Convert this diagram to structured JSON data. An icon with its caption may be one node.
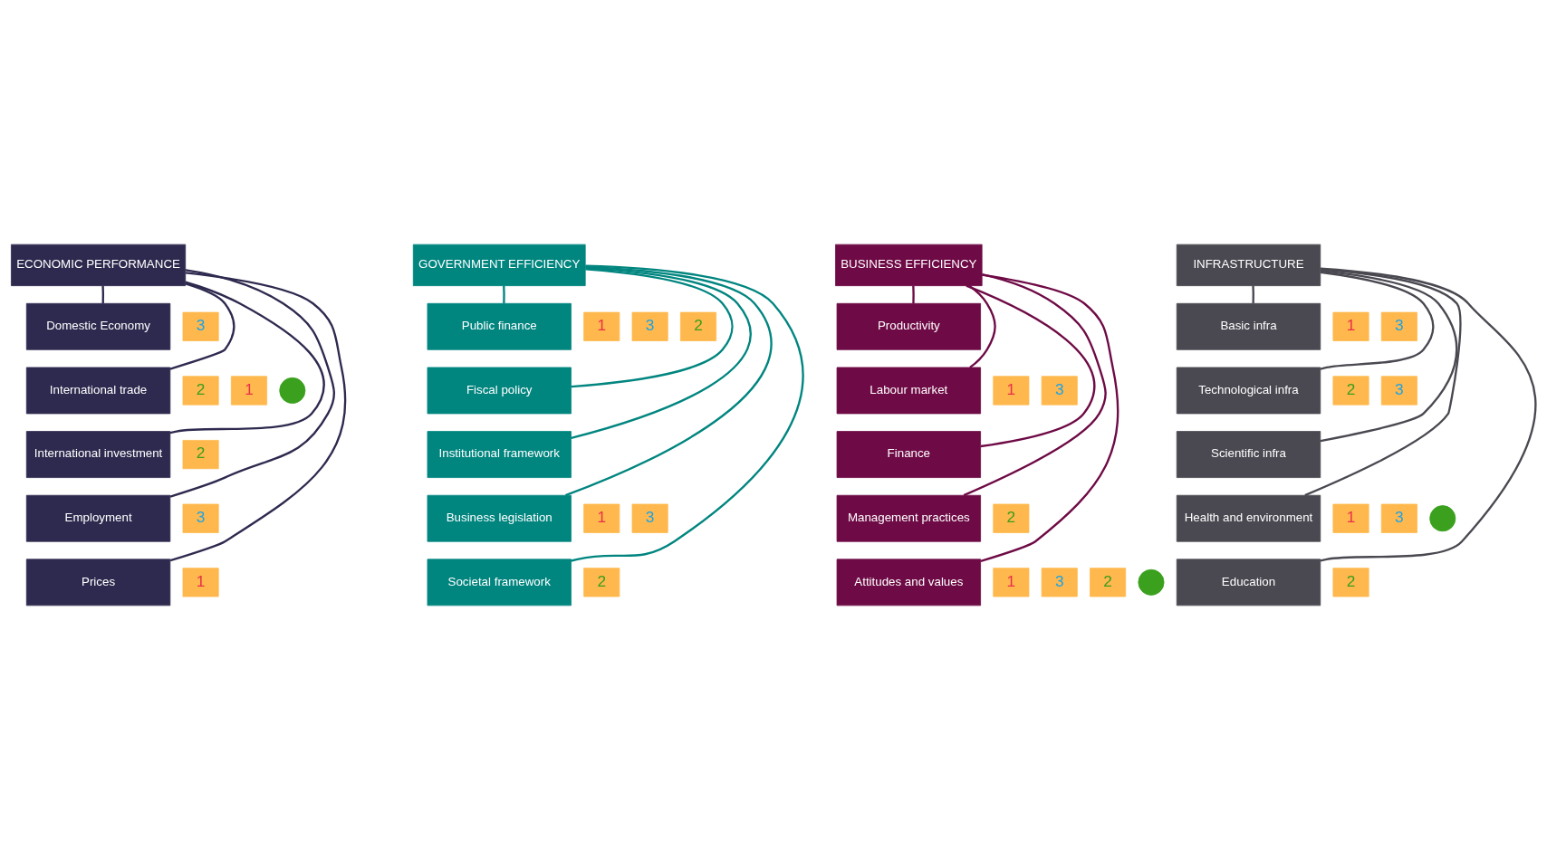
{
  "diagram": {
    "nodes": [
      {
        "text": [
          "ECONOMIC PERFORMANCE"
        ]
      },
      {
        "text": [
          "Domestic Economy"
        ]
      },
      {
        "text": [
          "3"
        ]
      },
      {
        "text": [
          "International trade"
        ]
      },
      {
        "text": [
          "2"
        ]
      },
      {
        "text": [
          "1"
        ]
      },
      {
        "text": [],
        "shape": "circle"
      },
      {
        "text": [
          "International investment"
        ]
      },
      {
        "text": [
          "2"
        ]
      },
      {
        "text": [
          "Employment"
        ]
      },
      {
        "text": [
          "3"
        ]
      },
      {
        "text": [
          "Prices"
        ]
      },
      {
        "text": [
          "1"
        ]
      },
      {
        "text": [
          "GOVERNMENT EFFICIENCY"
        ]
      },
      {
        "text": [
          "Public finance"
        ]
      },
      {
        "text": [
          "1"
        ]
      },
      {
        "text": [
          "3"
        ]
      },
      {
        "text": [
          "2"
        ]
      },
      {
        "text": [
          "Fiscal policy"
        ]
      },
      {
        "text": [
          "Institutional framework"
        ]
      },
      {
        "text": [
          "Business legislation"
        ]
      },
      {
        "text": [
          "1"
        ]
      },
      {
        "text": [
          "3"
        ]
      },
      {
        "text": [
          "Societal framework"
        ]
      },
      {
        "text": [
          "2"
        ]
      },
      {
        "text": [
          "BUSINESS EFFICIENCY"
        ]
      },
      {
        "text": [
          "Productivity"
        ]
      },
      {
        "text": [
          "Labour market"
        ]
      },
      {
        "text": [
          "1"
        ]
      },
      {
        "text": [
          "3"
        ]
      },
      {
        "text": [
          "Finance"
        ]
      },
      {
        "text": [
          "Management practices"
        ]
      },
      {
        "text": [
          "2"
        ]
      },
      {
        "text": [
          "Attitudes and values"
        ]
      },
      {
        "text": [
          "1"
        ]
      },
      {
        "text": [
          "3"
        ]
      },
      {
        "text": [
          "2"
        ]
      },
      {
        "text": [],
        "shape": "circle"
      },
      {
        "text": [
          "INFRASTRUCTURE"
        ]
      },
      {
        "text": [
          "Basic infra"
        ]
      },
      {
        "text": [
          "1"
        ]
      },
      {
        "text": [
          "3"
        ]
      },
      {
        "text": [
          "Technological infra"
        ]
      },
      {
        "text": [
          "2"
        ]
      },
      {
        "text": [
          "3"
        ]
      },
      {
        "text": [
          "Scientific infra"
        ]
      },
      {
        "text": [
          "Health and environment"
        ]
      },
      {
        "text": [
          "1"
        ]
      },
      {
        "text": [
          "3"
        ]
      },
      {
        "text": [],
        "shape": "circle"
      },
      {
        "text": [
          "Education"
        ]
      },
      {
        "text": [
          "2"
        ]
      }
    ],
    "edges": [
      {
        "from": 0,
        "to": 1,
        "arrow": "none",
        "color": "#2e2a4f"
      },
      {
        "from": 0,
        "to": 3,
        "arrow": "none",
        "color": "#2e2a4f"
      },
      {
        "from": 0,
        "to": 7,
        "arrow": "none",
        "color": "#2e2a4f"
      },
      {
        "from": 0,
        "to": 9,
        "arrow": "none",
        "color": "#2e2a4f"
      },
      {
        "from": 0,
        "to": 11,
        "arrow": "none",
        "color": "#2e2a4f"
      },
      {
        "from": 13,
        "to": 14,
        "arrow": "none",
        "color": "#00857f"
      },
      {
        "from": 13,
        "to": 18,
        "arrow": "none",
        "color": "#00857f"
      },
      {
        "from": 13,
        "to": 19,
        "arrow": "none",
        "color": "#00857f"
      },
      {
        "from": 13,
        "to": 20,
        "arrow": "none",
        "color": "#00857f"
      },
      {
        "from": 13,
        "to": 23,
        "arrow": "none",
        "color": "#00857f"
      },
      {
        "from": 25,
        "to": 26,
        "arrow": "none",
        "color": "#6e0a45"
      },
      {
        "from": 25,
        "to": 27,
        "arrow": "none",
        "color": "#6e0a45"
      },
      {
        "from": 25,
        "to": 30,
        "arrow": "none",
        "color": "#6e0a45"
      },
      {
        "from": 25,
        "to": 31,
        "arrow": "none",
        "color": "#6e0a45"
      },
      {
        "from": 25,
        "to": 33,
        "arrow": "none",
        "color": "#6e0a45"
      },
      {
        "from": 38,
        "to": 39,
        "arrow": "none",
        "color": "#4a4850"
      },
      {
        "from": 38,
        "to": 42,
        "arrow": "none",
        "color": "#4a4850"
      },
      {
        "from": 38,
        "to": 45,
        "arrow": "none",
        "color": "#4a4850"
      },
      {
        "from": 38,
        "to": 46,
        "arrow": "none",
        "color": "#4a4850"
      },
      {
        "from": 38,
        "to": 50,
        "arrow": "none",
        "color": "#4a4850"
      }
    ]
  }
}
